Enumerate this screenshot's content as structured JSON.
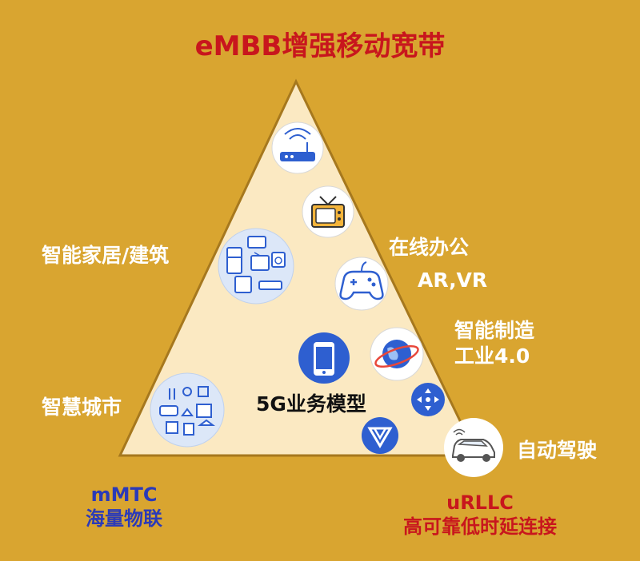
{
  "title": "eMBB增强移动宽带",
  "center_label": "5G业务模型",
  "left_labels": {
    "smart_home": "智能家居/建筑",
    "smart_city": "智慧城市"
  },
  "right_labels": {
    "online_office": "在线办公",
    "ar_vr": "AR,VR",
    "smart_manufacturing_line1": "智能制造",
    "smart_manufacturing_line2": "工业4.0",
    "autonomous_driving": "自动驾驶"
  },
  "mmtc": {
    "line1": "mMTC",
    "line2": "海量物联"
  },
  "urllc": {
    "line1": "uRLLC",
    "line2": "高可靠低时延连接"
  },
  "colors": {
    "background": "#D9A530",
    "triangle_fill": "#FBE9C2",
    "triangle_stroke": "#A6781E",
    "title": "#C8161D",
    "mmtc": "#2B3AB8",
    "urllc": "#C8161D",
    "icon_blue": "#2E5FD0"
  },
  "icons": [
    "router-icon",
    "tv-icon",
    "gamepad-icon",
    "globe-icon",
    "smartphone-icon",
    "network-node-icon",
    "brand-logo-icon",
    "car-icon",
    "appliances-icon",
    "city-services-icon"
  ]
}
